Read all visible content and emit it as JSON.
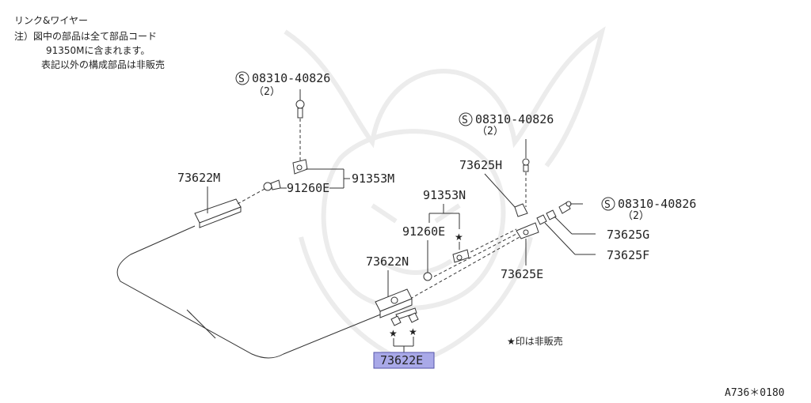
{
  "notes": {
    "line1": "リンク&ワイヤー",
    "line2": "注）図中の部品は全て部品コード",
    "line3": "91350Mに含まれます。",
    "line4": "表記以外の構成部品は非販売"
  },
  "parts": {
    "bolt_top": "08310-40826",
    "bolt_top_qty": "（2）",
    "bolt_mid": "08310-40826",
    "bolt_mid_qty": "（2）",
    "bolt_right": "08310-40826",
    "bolt_right_qty": "（2）",
    "p73622M": "73622M",
    "p91353M": "91353M",
    "p91260E_a": "91260E",
    "p91353N": "91353N",
    "p91260E_b": "91260E",
    "p73625H": "73625H",
    "p73625G": "73625G",
    "p73625F": "73625F",
    "p73625E": "73625E",
    "p73622N": "73622N",
    "p73622E": "73622E"
  },
  "symbols": {
    "s_mark": "S",
    "star": "★"
  },
  "legend": {
    "not_sold": "★印は非販売"
  },
  "footer": {
    "code": "A736＊0180"
  },
  "colors": {
    "highlight": "#a9a9e8",
    "highlight_border": "#5555aa"
  }
}
